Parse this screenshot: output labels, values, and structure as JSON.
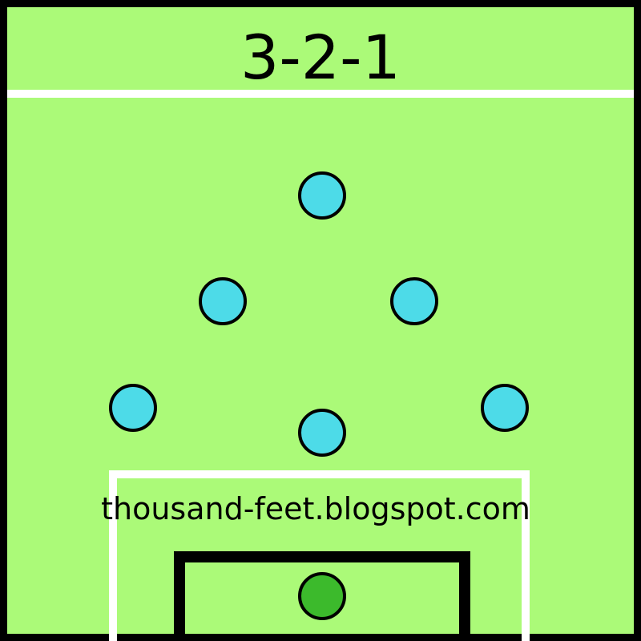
{
  "formation": {
    "title": "3-2-1"
  },
  "credit": "thousand-feet.blogspot.com",
  "colors": {
    "grass": "#abfa78",
    "border": "#000000",
    "lines": "#ffffff",
    "outfield_player": "#4ddbe8",
    "goalkeeper": "#3cba2c",
    "player_outline": "#000000",
    "text": "#000000"
  },
  "players": [
    {
      "role": "forward",
      "color": "outfield_player"
    },
    {
      "role": "midfielder-left",
      "color": "outfield_player"
    },
    {
      "role": "midfielder-right",
      "color": "outfield_player"
    },
    {
      "role": "defender-left",
      "color": "outfield_player"
    },
    {
      "role": "defender-center",
      "color": "outfield_player"
    },
    {
      "role": "defender-right",
      "color": "outfield_player"
    },
    {
      "role": "goalkeeper",
      "color": "goalkeeper"
    }
  ]
}
